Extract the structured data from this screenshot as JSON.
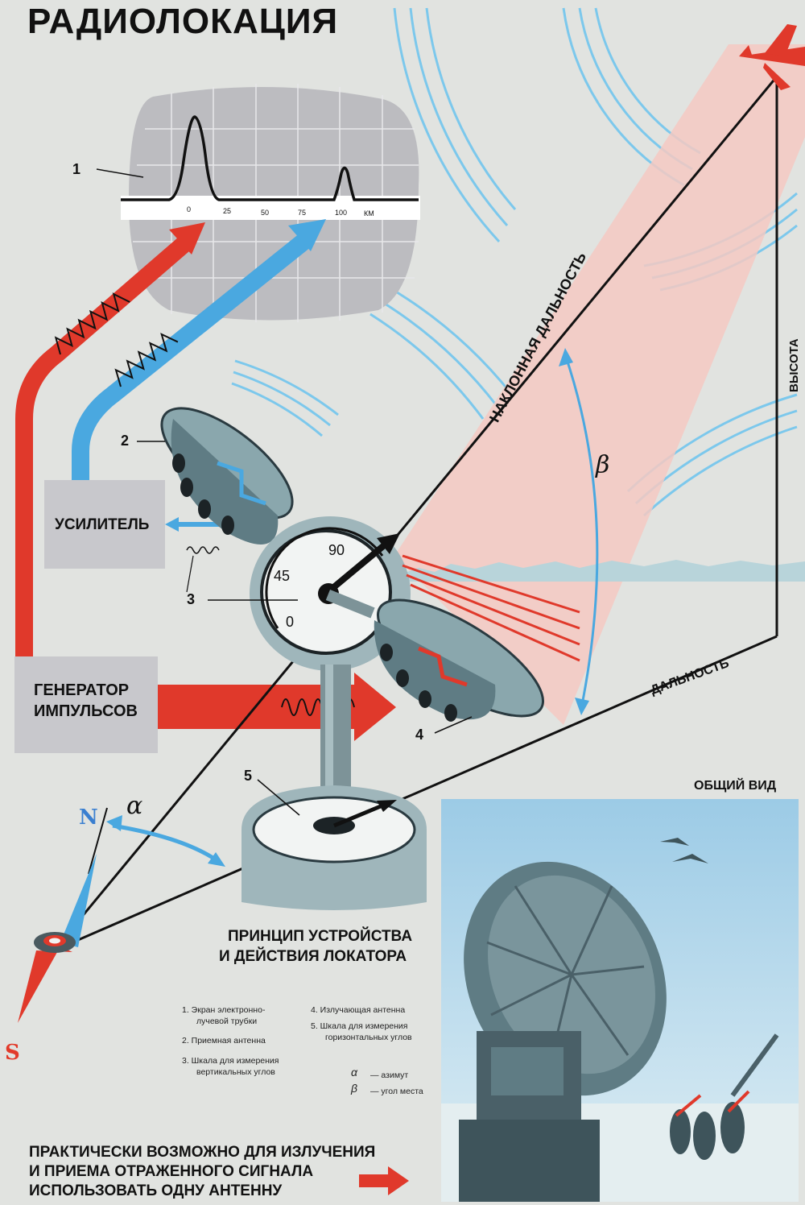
{
  "title": "РАДИОЛОКАЦИЯ",
  "screen": {
    "callout": "1",
    "ticks": [
      "0",
      "25",
      "50",
      "75",
      "100",
      "КМ"
    ]
  },
  "blocks": {
    "amplifier": "УСИЛИТЕЛЬ",
    "generator_line1": "ГЕНЕРАТОР",
    "generator_line2": "ИМПУЛЬСОВ"
  },
  "callouts": {
    "c2": "2",
    "c3": "3",
    "c4": "4",
    "c5": "5"
  },
  "dial": {
    "v90": "90",
    "v45": "45",
    "v0": "0"
  },
  "geometry_labels": {
    "slant_range": "НАКЛОННАЯ ДАЛЬНОСТЬ",
    "height": "ВЫСОТА",
    "range": "ДАЛЬНОСТЬ",
    "beta": "β",
    "alpha": "α"
  },
  "compass": {
    "north": "N",
    "south": "S"
  },
  "general_view": "ОБЩИЙ ВИД",
  "principle": {
    "line1": "ПРИНЦИП УСТРОЙСТВА",
    "line2": "И ДЕЙСТВИЯ ЛОКАТОРА"
  },
  "legend": {
    "item1_line1": "1. Экран электронно-",
    "item1_line2": "лучевой трубки",
    "item2": "2. Приемная антенна",
    "item3_line1": "3. Шкала для измерения",
    "item3_line2": "вертикальных углов",
    "item4": "4. Излучающая антенна",
    "item5_line1": "5. Шкала для измерения",
    "item5_line2": "горизонтальных углов",
    "alpha_symbol": "α",
    "alpha_text": "— азимут",
    "beta_symbol": "β",
    "beta_text": "— угол места"
  },
  "bottom_text": {
    "line1": "ПРАКТИЧЕСКИ ВОЗМОЖНО ДЛЯ ИЗЛУЧЕНИЯ",
    "line2": "И ПРИЕМА ОТРАЖЕННОГО СИГНАЛА",
    "line3": "ИСПОЛЬЗОВАТЬ ОДНУ АНТЕННУ"
  },
  "colors": {
    "paper": "#dcdfdc",
    "signal_red": "#e0392b",
    "signal_blue": "#4aa8e0",
    "wave_blue": "#7cc8ec",
    "beam_pink": "#f5c9c2",
    "box_gray": "#c8c8cc",
    "scope_gray": "#bcbcc0",
    "metal": "#9fb6bb",
    "sky": "#a8d0e6"
  }
}
